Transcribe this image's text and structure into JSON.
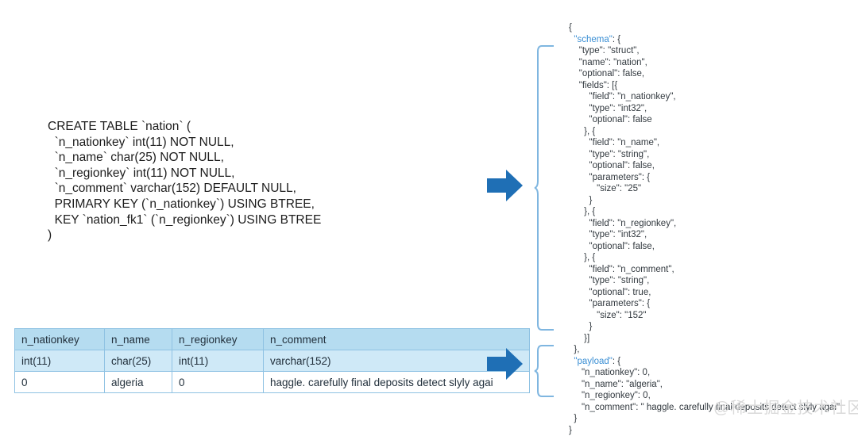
{
  "ddl": {
    "lines": [
      "CREATE TABLE `nation` (",
      "  `n_nationkey` int(11) NOT NULL,",
      "  `n_name` char(25) NOT NULL,",
      "  `n_regionkey` int(11) NOT NULL,",
      "  `n_comment` varchar(152) DEFAULT NULL,",
      "  PRIMARY KEY (`n_nationkey`) USING BTREE,",
      "  KEY `nation_fk1` (`n_regionkey`) USING BTREE",
      ")"
    ]
  },
  "table": {
    "headers": [
      "n_nationkey",
      "n_name",
      "n_regionkey",
      "n_comment"
    ],
    "type_row": [
      "int(11)",
      "char(25)",
      "int(11)",
      "varchar(152)"
    ],
    "data_row": [
      "0",
      "algeria",
      "0",
      "haggle. carefully final deposits detect slyly agai"
    ]
  },
  "json_output": {
    "lines": [
      {
        "text": "{",
        "accent": false
      },
      {
        "text": "  \"schema\": {",
        "accent": true,
        "accent_text": "\"schema\"",
        "prefix": "  ",
        "suffix": ": {"
      },
      {
        "text": "    \"type\": \"struct\",",
        "accent": false
      },
      {
        "text": "    \"name\": \"nation\",",
        "accent": false
      },
      {
        "text": "    \"optional\": false,",
        "accent": false
      },
      {
        "text": "    \"fields\": [{",
        "accent": false
      },
      {
        "text": "        \"field\": \"n_nationkey\",",
        "accent": false
      },
      {
        "text": "        \"type\": \"int32\",",
        "accent": false
      },
      {
        "text": "        \"optional\": false",
        "accent": false
      },
      {
        "text": "      }, {",
        "accent": false
      },
      {
        "text": "        \"field\": \"n_name\",",
        "accent": false
      },
      {
        "text": "        \"type\": \"string\",",
        "accent": false
      },
      {
        "text": "        \"optional\": false,",
        "accent": false
      },
      {
        "text": "        \"parameters\": {",
        "accent": false
      },
      {
        "text": "           \"size\": \"25\"",
        "accent": false
      },
      {
        "text": "        }",
        "accent": false
      },
      {
        "text": "      }, {",
        "accent": false
      },
      {
        "text": "        \"field\": \"n_regionkey\",",
        "accent": false
      },
      {
        "text": "        \"type\": \"int32\",",
        "accent": false
      },
      {
        "text": "        \"optional\": false,",
        "accent": false
      },
      {
        "text": "      }, {",
        "accent": false
      },
      {
        "text": "        \"field\": \"n_comment\",",
        "accent": false
      },
      {
        "text": "        \"type\": \"string\",",
        "accent": false
      },
      {
        "text": "        \"optional\": true,",
        "accent": false
      },
      {
        "text": "        \"parameters\": {",
        "accent": false
      },
      {
        "text": "           \"size\": \"152\"",
        "accent": false
      },
      {
        "text": "        }",
        "accent": false
      },
      {
        "text": "      }]",
        "accent": false
      },
      {
        "text": "  },",
        "accent": false
      },
      {
        "text": "  \"payload\": {",
        "accent": true,
        "accent_text": "\"payload\"",
        "prefix": "  ",
        "suffix": ": {"
      },
      {
        "text": "     \"n_nationkey\": 0,",
        "accent": false
      },
      {
        "text": "     \"n_name\": \"algeria\",",
        "accent": false
      },
      {
        "text": "     \"n_regionkey\": 0,",
        "accent": false
      },
      {
        "text": "     \"n_comment\": \" haggle. carefully final deposits detect slyly agai\"",
        "accent": false
      },
      {
        "text": "  }",
        "accent": false
      },
      {
        "text": "}",
        "accent": false
      }
    ]
  },
  "icons": {
    "arrow_schema": "right-arrow-icon",
    "arrow_payload": "right-arrow-icon",
    "brace_schema": "left-curly-brace",
    "brace_payload": "left-curly-brace"
  },
  "watermark": {
    "text": "@稀土掘金技术社区"
  },
  "colors": {
    "arrow_blue": "#1f6fb5",
    "brace_blue": "#7fb6e0",
    "accent_key": "#3b8fd4",
    "table_header_bg": "#b5dcf0",
    "table_type_bg": "#cfe9f7",
    "table_border": "#8fc2e3",
    "watermark_gray": "#d9d9d9"
  }
}
